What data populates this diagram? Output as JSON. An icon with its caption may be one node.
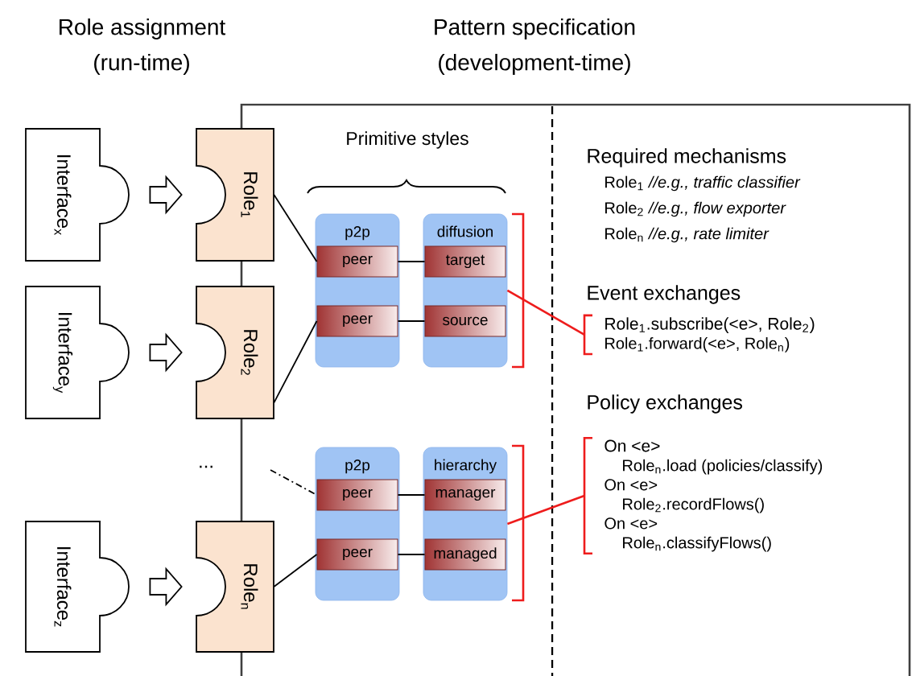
{
  "diagram": {
    "nodes": [
      {
        "text": [
          "Interface$_{x}$"
        ]
      },
      {
        "text": [
          "Role$_{1}$"
        ]
      },
      {
        "text": [
          "Interface$_{y}$"
        ]
      },
      {
        "text": [
          "Role$_{2}$"
        ]
      },
      {
        "text": [
          "Interface$_{z}$"
        ]
      },
      {
        "text": [
          "Role$_{n}$"
        ]
      },
      {
        "text": [
          "p2p"
        ]
      },
      {
        "text": [
          "peer"
        ],
        "in": 6
      },
      {
        "text": [
          "peer"
        ],
        "in": 6
      },
      {
        "text": [
          "diffusion"
        ]
      },
      {
        "text": [
          "target"
        ],
        "in": 9
      },
      {
        "text": [
          "source"
        ],
        "in": 9
      },
      {
        "text": [
          "p2p"
        ]
      },
      {
        "text": [
          "peer"
        ],
        "in": 12
      },
      {
        "text": [
          "peer"
        ],
        "in": 12
      },
      {
        "text": [
          "hierarchy"
        ]
      },
      {
        "text": [
          "manager"
        ],
        "in": 15
      },
      {
        "text": [
          "managed"
        ],
        "in": 15
      },
      {
        "text": [
          "Role$_{1}$.subscribe(<e>, Role$_{2}$)",
          "Role$_{1}$.forward(<e>, Role$_{n}$)"
        ]
      },
      {
        "text": [
          "On <e>",
          "Role$_{n}$.load  (policies/classify)",
          "On <e>",
          "Role$_{2}$.recordFlows()",
          "On <e>",
          "Role$_{n}$.classifyFlows()"
        ]
      }
    ],
    "edges": [
      {
        "from": 0,
        "to": 1,
        "arrow": "to"
      },
      {
        "from": 2,
        "to": 3,
        "arrow": "to"
      },
      {
        "from": 4,
        "to": 5,
        "arrow": "to"
      },
      {
        "from": 1,
        "to": 7,
        "arrow": "none"
      },
      {
        "from": 3,
        "to": 8,
        "arrow": "none"
      },
      {
        "from": null,
        "to": 13,
        "arrow": "none",
        "style": "dashed"
      },
      {
        "from": 5,
        "to": 14,
        "arrow": "none"
      },
      {
        "from": 7,
        "to": 10,
        "arrow": "none"
      },
      {
        "from": 8,
        "to": 11,
        "arrow": "none"
      },
      {
        "from": 13,
        "to": 16,
        "arrow": "none"
      },
      {
        "from": 14,
        "to": 17,
        "arrow": "none"
      },
      {
        "from": 9,
        "to": 18,
        "arrow": "none",
        "color": "#ee1c1c"
      },
      {
        "from": 15,
        "to": 19,
        "arrow": "none",
        "color": "#ee1c1c"
      }
    ],
    "labels": [
      "Role assignment",
      "(run-time)",
      "Pattern specification",
      "(development-time)",
      "Primitive styles",
      "...",
      "Required mechanisms",
      "Role$_{1}$ *//e.g., traffic classifier*",
      "Role$_{2}$ *//e.g., flow exporter*",
      "Role$_{n}$ *//e.g., rate limiter*",
      "Event exchanges",
      "Policy exchanges"
    ]
  }
}
